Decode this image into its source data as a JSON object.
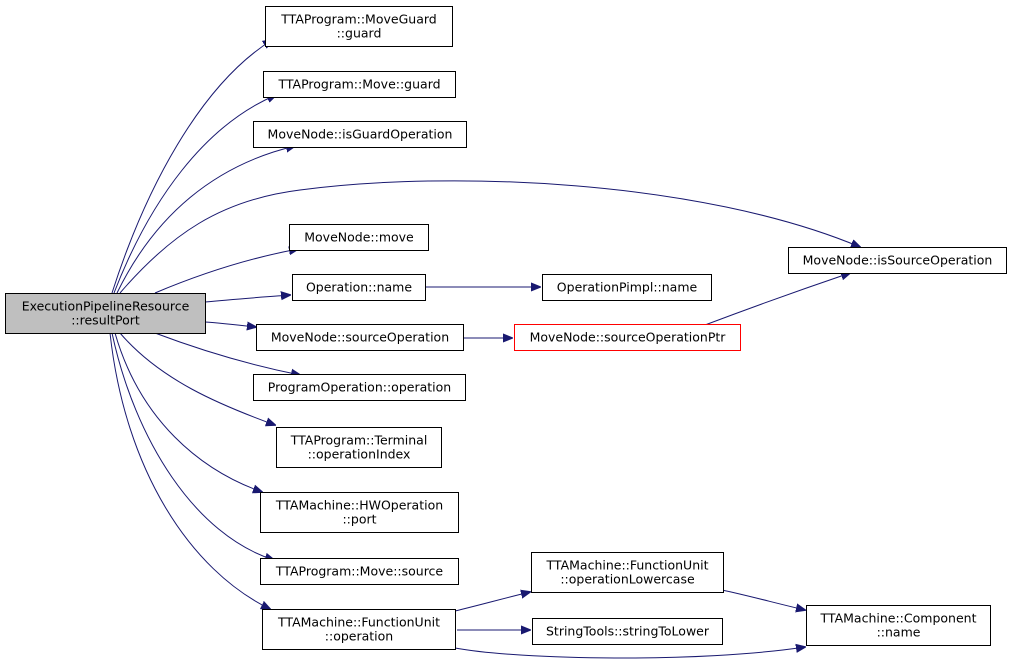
{
  "nodes": {
    "root": [
      "ExecutionPipelineResource",
      "::resultPort"
    ],
    "moveguard_guard": [
      "TTAProgram::MoveGuard",
      "::guard"
    ],
    "move_guard": [
      "TTAProgram::Move::guard"
    ],
    "is_guard_operation": [
      "MoveNode::isGuardOperation"
    ],
    "is_source_operation": [
      "MoveNode::isSourceOperation"
    ],
    "movenode_move": [
      "MoveNode::move"
    ],
    "operation_name": [
      "Operation::name"
    ],
    "operation_pimpl_name": [
      "OperationPimpl::name"
    ],
    "source_operation": [
      "MoveNode::sourceOperation"
    ],
    "source_operation_ptr": [
      "MoveNode::sourceOperationPtr"
    ],
    "program_operation": [
      "ProgramOperation::operation"
    ],
    "terminal_operation_index": [
      "TTAProgram::Terminal",
      "::operationIndex"
    ],
    "hwoperation_port": [
      "TTAMachine::HWOperation",
      "::port"
    ],
    "move_source": [
      "TTAProgram::Move::source"
    ],
    "fu_operation": [
      "TTAMachine::FunctionUnit",
      "::operation"
    ],
    "fu_operation_lowercase": [
      "TTAMachine::FunctionUnit",
      "::operationLowercase"
    ],
    "string_to_lower": [
      "StringTools::stringToLower"
    ],
    "component_name": [
      "TTAMachine::Component",
      "::name"
    ]
  },
  "colors": {
    "edge": "#191970",
    "root_fill": "#bfbfbf",
    "highlight_border": "#ff0000"
  }
}
